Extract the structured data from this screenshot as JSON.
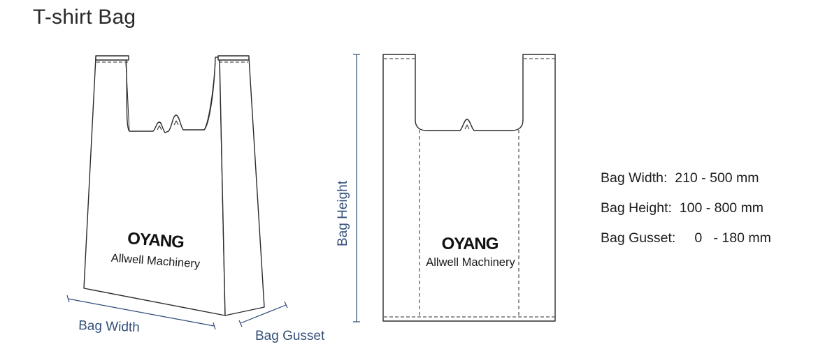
{
  "title": "T-shirt Bag",
  "logo": {
    "brand": "OYANG",
    "tagline": "Allwell Machinery"
  },
  "dimension_labels": {
    "width": "Bag Width",
    "gusset": "Bag Gusset",
    "height": "Bag Height"
  },
  "specs": [
    {
      "label": "Bag Width:",
      "value": "210 - 500 mm"
    },
    {
      "label": "Bag Height:",
      "value": "100 - 800 mm"
    },
    {
      "label": "Bag Gusset:",
      "value": "0   - 180 mm"
    }
  ],
  "colors": {
    "outline": "#2b2b2b",
    "dimension_line": "#2e4a78",
    "label_text": "#34507a"
  }
}
